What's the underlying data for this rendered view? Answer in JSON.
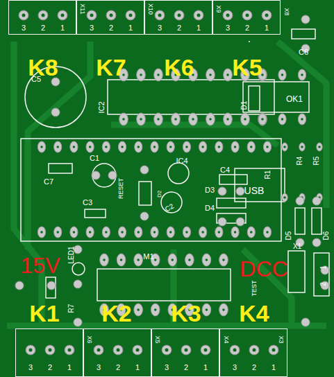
{
  "diagram": {
    "nodes": [
      {
        "text": [
          "3",
          "2",
          "1"
        ]
      },
      {
        "text": [
          "3",
          "2",
          "1"
        ]
      },
      {
        "text": [
          "3",
          "2",
          "1"
        ]
      },
      {
        "text": [
          "3",
          "2",
          "1"
        ]
      },
      {
        "text": [
          "3",
          "2",
          "1"
        ]
      },
      {
        "text": [
          "3",
          "2",
          "1"
        ]
      },
      {
        "text": [
          "3",
          "2",
          "1"
        ]
      },
      {
        "text": [
          "3",
          "2",
          "1"
        ]
      }
    ],
    "labels": [
      "K8",
      "K7",
      "K6",
      "K5",
      "C6",
      "C5",
      "OK1",
      "IC2",
      "D1",
      "C1",
      "C7",
      "IC4",
      "C4",
      "D3",
      "R1",
      "R4",
      "R5",
      "RESET",
      "D2",
      "C3",
      "C2",
      "D4",
      "USB",
      "D5",
      "D6",
      "X1",
      "1",
      "2",
      "LED1",
      "M1",
      "15V",
      "DCC",
      "TEST",
      "R7",
      "K1",
      "K2",
      "K3",
      "K4",
      "X11",
      "X10",
      "X9",
      "X8",
      "X6",
      "X5",
      "X4",
      "X3"
    ]
  }
}
